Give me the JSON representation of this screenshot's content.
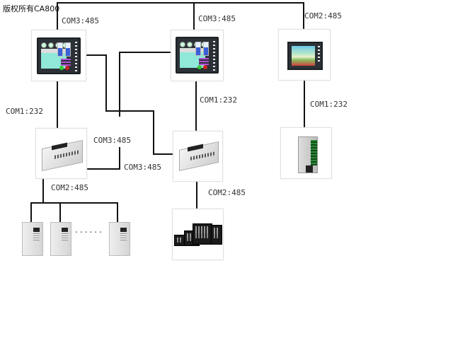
{
  "copyright": "版权所有CA800",
  "labels": {
    "hmi1_top": "COM3:485",
    "hmi2_top": "COM3:485",
    "hmi3_top": "COM2:485",
    "hmi1_to_plc1": "COM1:232",
    "hmi2_to_plc2": "COM1:232",
    "hmi3_to_plc3": "COM1:232",
    "plc1_com3": "COM3:485",
    "plc2_com3": "COM3:485",
    "plc1_com2": "COM2:485",
    "plc2_com2": "COM2:485"
  },
  "devices": {
    "hmi1": "touch-panel-hmi",
    "hmi2": "touch-panel-hmi",
    "hmi3": "small-touch-panel-hmi",
    "plc1": "plc-controller",
    "plc2": "plc-controller",
    "plc3": "slim-plc-controller",
    "inverters": [
      "inverter-drive",
      "inverter-drive",
      "inverter-drive"
    ],
    "inverter_ellipsis": "......",
    "temp_controllers": "temperature-controllers"
  }
}
